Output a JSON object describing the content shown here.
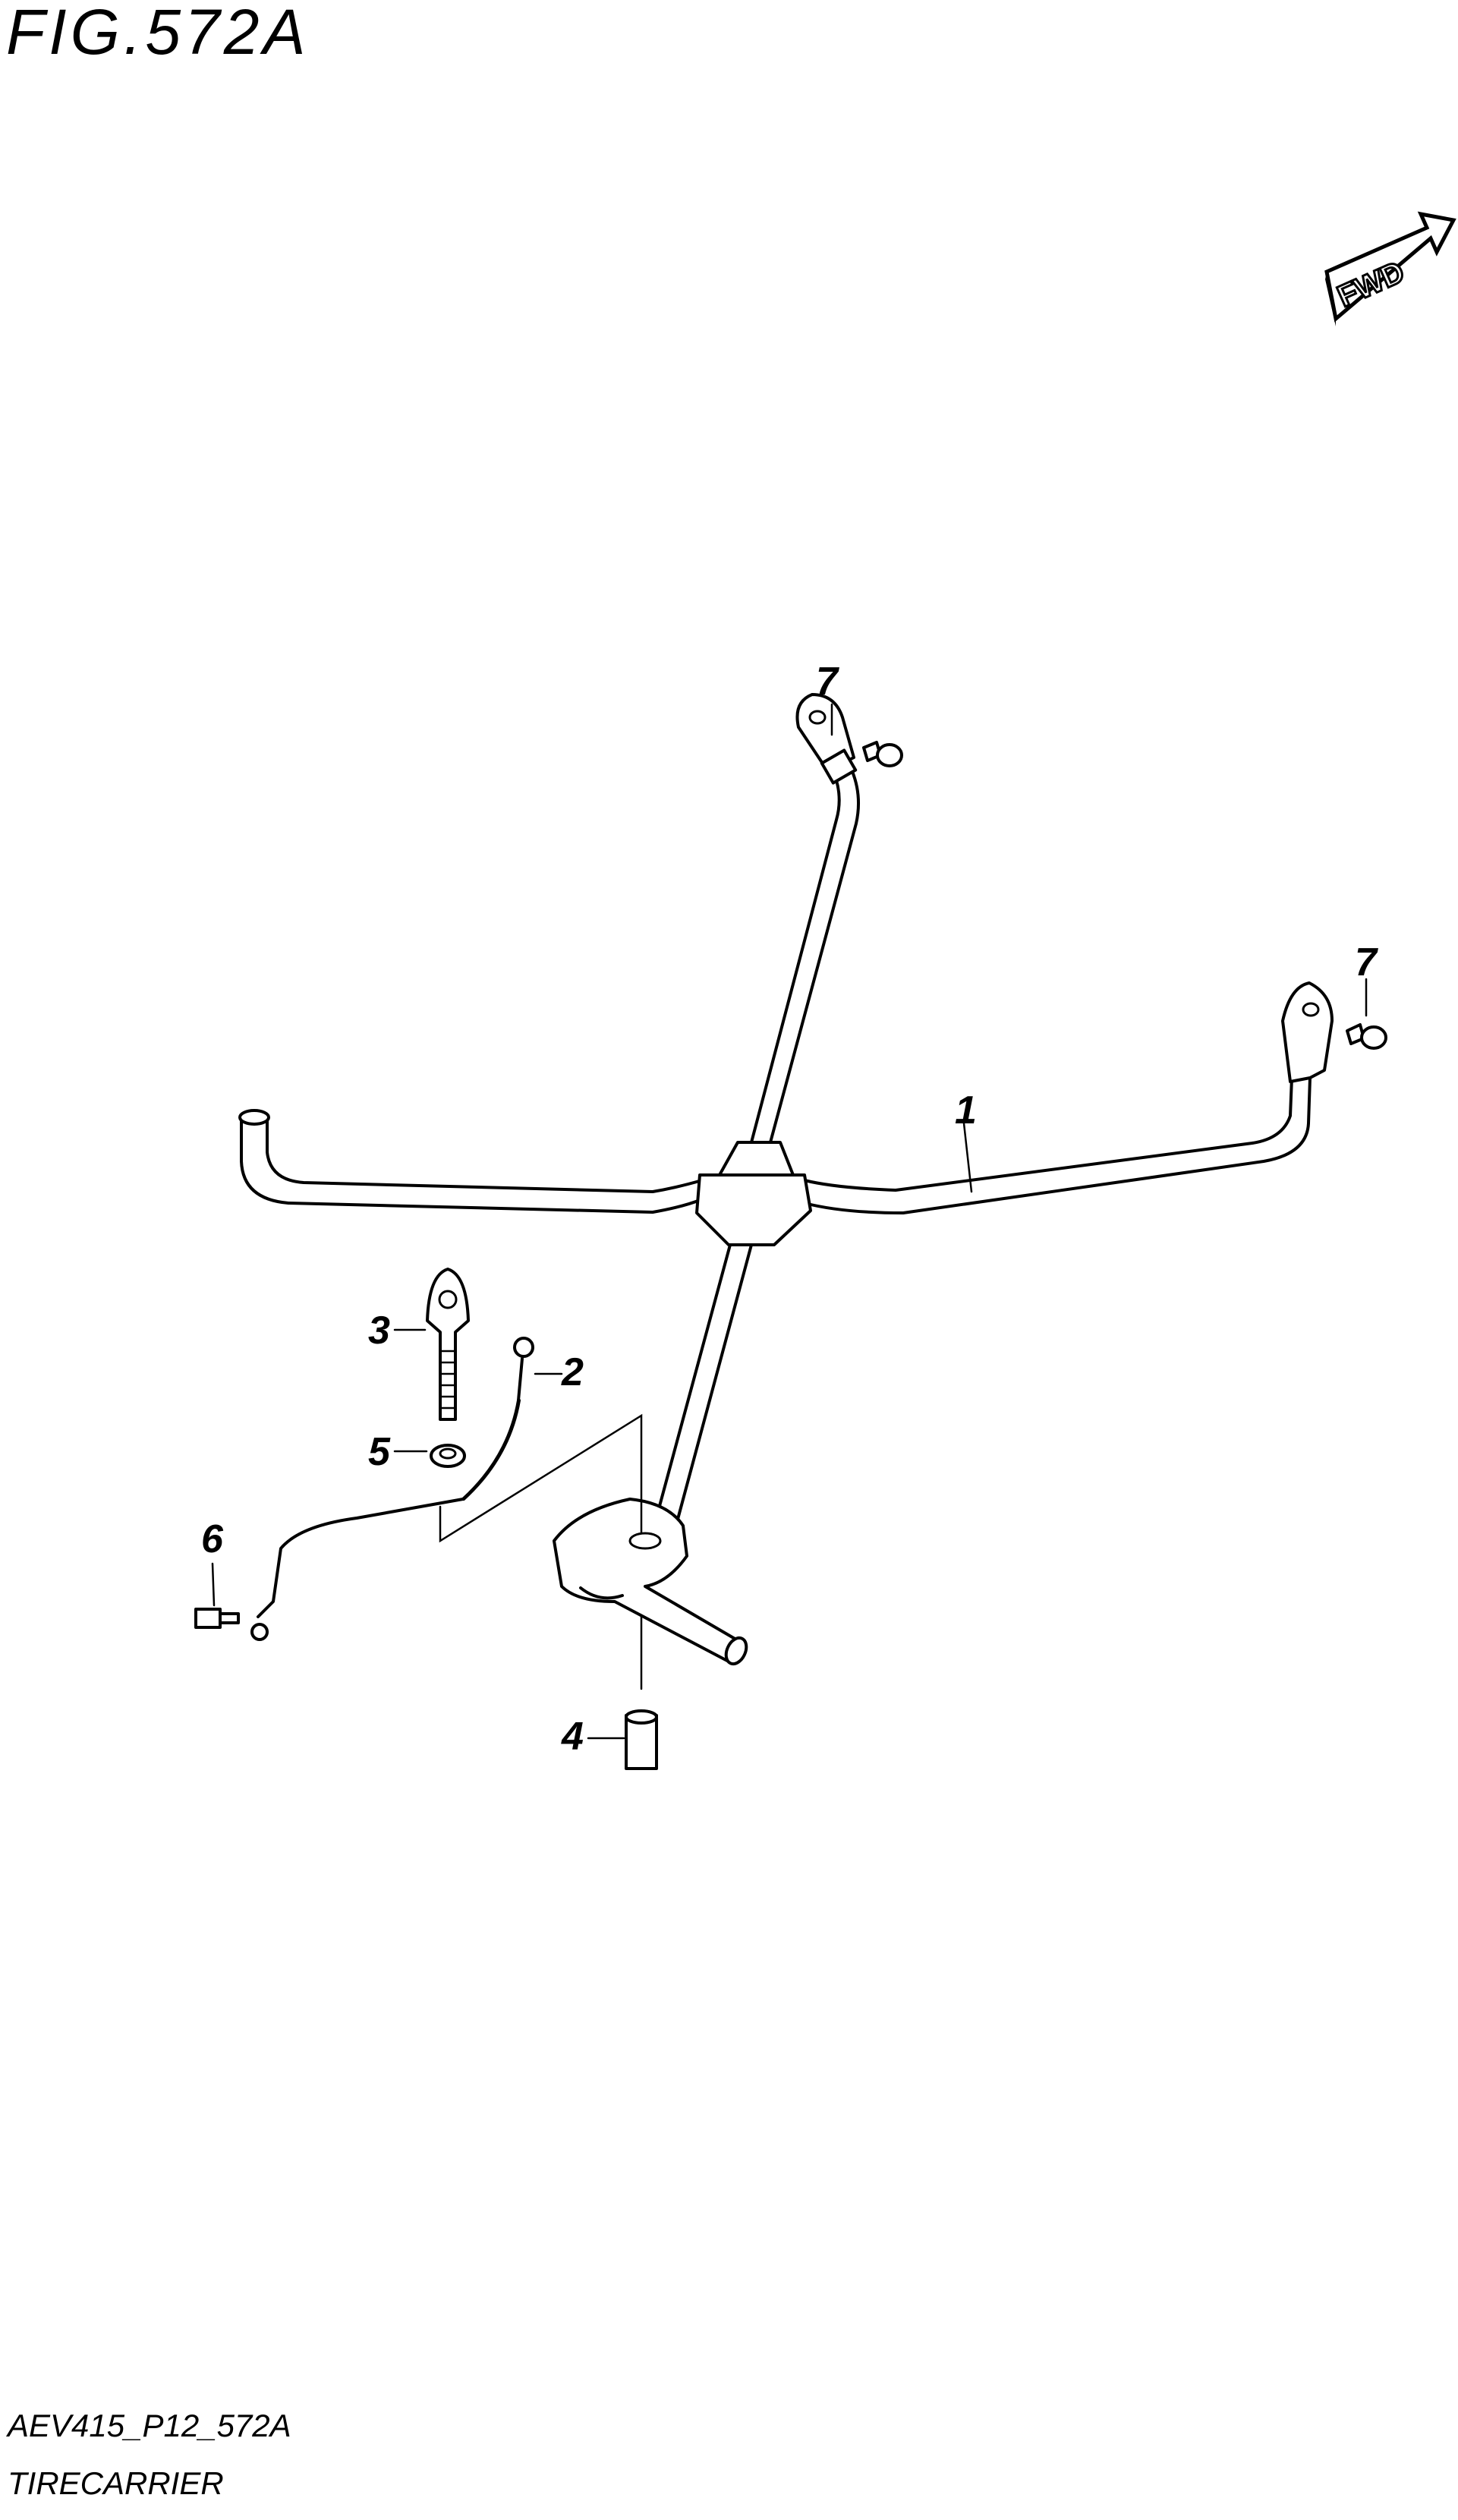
{
  "figure": {
    "title": "FIG.572A",
    "code": "AEV415_P12_572A",
    "caption": "TIRECARRIER"
  },
  "direction_indicator": {
    "label": "FWD"
  },
  "callouts": [
    {
      "part": "1",
      "label": "1"
    },
    {
      "part": "2",
      "label": "2"
    },
    {
      "part": "3",
      "label": "3"
    },
    {
      "part": "4",
      "label": "4"
    },
    {
      "part": "5",
      "label": "5"
    },
    {
      "part": "6",
      "label": "6"
    },
    {
      "part": "7",
      "label": "7"
    },
    {
      "part": "7",
      "label": "7"
    }
  ]
}
